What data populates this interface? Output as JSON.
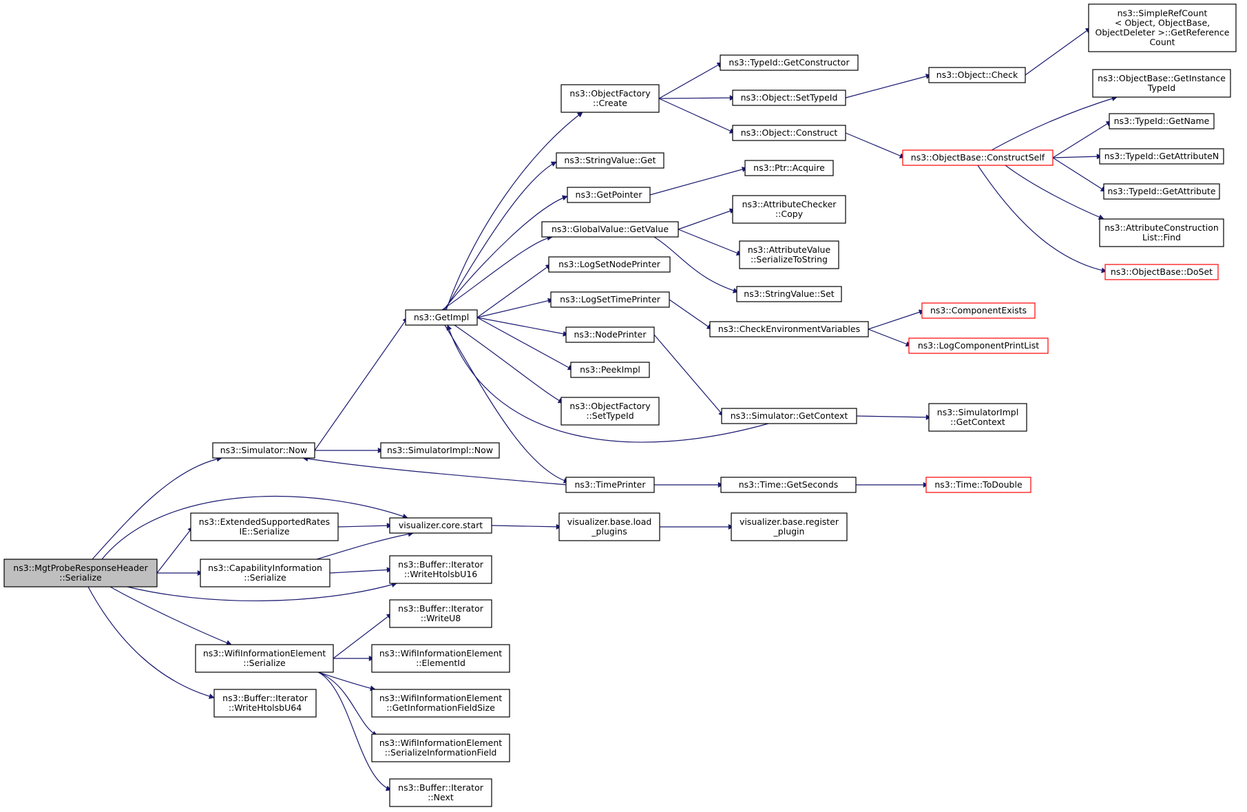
{
  "colors": {
    "edge": "#191970",
    "node_border": "#000000",
    "node_border_truncated": "#ff0000",
    "root_fill": "#bfbfbf",
    "node_fill": "#ffffff"
  },
  "nodes": [
    {
      "id": "root",
      "lines": [
        "ns3::MgtProbeResponseHeader",
        "::Serialize"
      ],
      "kind": "root"
    },
    {
      "id": "simnow",
      "lines": [
        "ns3::Simulator::Now"
      ],
      "kind": "normal"
    },
    {
      "id": "esr",
      "lines": [
        "ns3::ExtendedSupportedRates",
        "IE::Serialize"
      ],
      "kind": "normal"
    },
    {
      "id": "capinfo",
      "lines": [
        "ns3::CapabilityInformation",
        "::Serialize"
      ],
      "kind": "normal"
    },
    {
      "id": "wie",
      "lines": [
        "ns3::WifiInformationElement",
        "::Serialize"
      ],
      "kind": "normal"
    },
    {
      "id": "wu64",
      "lines": [
        "ns3::Buffer::Iterator",
        "::WriteHtolsbU64"
      ],
      "kind": "normal"
    },
    {
      "id": "getimpl",
      "lines": [
        "ns3::GetImpl"
      ],
      "kind": "normal"
    },
    {
      "id": "simimplnow",
      "lines": [
        "ns3::SimulatorImpl::Now"
      ],
      "kind": "normal"
    },
    {
      "id": "vcs",
      "lines": [
        "visualizer.core.start"
      ],
      "kind": "normal"
    },
    {
      "id": "wu16",
      "lines": [
        "ns3::Buffer::Iterator",
        "::WriteHtolsbU16"
      ],
      "kind": "normal"
    },
    {
      "id": "wu8",
      "lines": [
        "ns3::Buffer::Iterator",
        "::WriteU8"
      ],
      "kind": "normal"
    },
    {
      "id": "eid",
      "lines": [
        "ns3::WifiInformationElement",
        "::ElementId"
      ],
      "kind": "normal"
    },
    {
      "id": "gifs",
      "lines": [
        "ns3::WifiInformationElement",
        "::GetInformationFieldSize"
      ],
      "kind": "normal"
    },
    {
      "id": "sif",
      "lines": [
        "ns3::WifiInformationElement",
        "::SerializeInformationField"
      ],
      "kind": "normal"
    },
    {
      "id": "next",
      "lines": [
        "ns3::Buffer::Iterator",
        "::Next"
      ],
      "kind": "normal"
    },
    {
      "id": "ofcreate",
      "lines": [
        "ns3::ObjectFactory",
        "::Create"
      ],
      "kind": "normal"
    },
    {
      "id": "svget",
      "lines": [
        "ns3::StringValue::Get"
      ],
      "kind": "normal"
    },
    {
      "id": "getptr",
      "lines": [
        "ns3::GetPointer"
      ],
      "kind": "normal"
    },
    {
      "id": "gvget",
      "lines": [
        "ns3::GlobalValue::GetValue"
      ],
      "kind": "normal"
    },
    {
      "id": "lsnp",
      "lines": [
        "ns3::LogSetNodePrinter"
      ],
      "kind": "normal"
    },
    {
      "id": "lstp",
      "lines": [
        "ns3::LogSetTimePrinter"
      ],
      "kind": "normal"
    },
    {
      "id": "nodeprinter",
      "lines": [
        "ns3::NodePrinter"
      ],
      "kind": "normal"
    },
    {
      "id": "peekimpl",
      "lines": [
        "ns3::PeekImpl"
      ],
      "kind": "normal"
    },
    {
      "id": "ofset",
      "lines": [
        "ns3::ObjectFactory",
        "::SetTypeId"
      ],
      "kind": "normal"
    },
    {
      "id": "timeprinter",
      "lines": [
        "ns3::TimePrinter"
      ],
      "kind": "normal"
    },
    {
      "id": "vbload",
      "lines": [
        "visualizer.base.load",
        "_plugins"
      ],
      "kind": "normal"
    },
    {
      "id": "vbreg",
      "lines": [
        "visualizer.base.register",
        "_plugin"
      ],
      "kind": "normal"
    },
    {
      "id": "tidgc",
      "lines": [
        "ns3::TypeId::GetConstructor"
      ],
      "kind": "normal"
    },
    {
      "id": "objset",
      "lines": [
        "ns3::Object::SetTypeId"
      ],
      "kind": "normal"
    },
    {
      "id": "objcons",
      "lines": [
        "ns3::Object::Construct"
      ],
      "kind": "normal"
    },
    {
      "id": "ptracq",
      "lines": [
        "ns3::Ptr::Acquire"
      ],
      "kind": "normal"
    },
    {
      "id": "accopy",
      "lines": [
        "ns3::AttributeChecker",
        "::Copy"
      ],
      "kind": "normal"
    },
    {
      "id": "avser",
      "lines": [
        "ns3::AttributeValue",
        "::SerializeToString"
      ],
      "kind": "normal"
    },
    {
      "id": "svset",
      "lines": [
        "ns3::StringValue::Set"
      ],
      "kind": "normal"
    },
    {
      "id": "cev",
      "lines": [
        "ns3::CheckEnvironmentVariables"
      ],
      "kind": "normal"
    },
    {
      "id": "simgc",
      "lines": [
        "ns3::Simulator::GetContext"
      ],
      "kind": "normal"
    },
    {
      "id": "timegs",
      "lines": [
        "ns3::Time::GetSeconds"
      ],
      "kind": "normal"
    },
    {
      "id": "objcheck",
      "lines": [
        "ns3::Object::Check"
      ],
      "kind": "normal"
    },
    {
      "id": "obcs",
      "lines": [
        "ns3::ObjectBase::ConstructSelf"
      ],
      "kind": "truncated"
    },
    {
      "id": "compex",
      "lines": [
        "ns3::ComponentExists"
      ],
      "kind": "truncated"
    },
    {
      "id": "lcpl",
      "lines": [
        "ns3::LogComponentPrintList"
      ],
      "kind": "truncated"
    },
    {
      "id": "simimplgc",
      "lines": [
        "ns3::SimulatorImpl",
        "::GetContext"
      ],
      "kind": "normal"
    },
    {
      "id": "todouble",
      "lines": [
        "ns3::Time::ToDouble"
      ],
      "kind": "truncated"
    },
    {
      "id": "srcgrc",
      "lines": [
        "ns3::SimpleRefCount",
        "< Object, ObjectBase,",
        "ObjectDeleter >::GetReference",
        "Count"
      ],
      "kind": "normal"
    },
    {
      "id": "obgit",
      "lines": [
        "ns3::ObjectBase::GetInstance",
        "TypeId"
      ],
      "kind": "normal"
    },
    {
      "id": "tidgn",
      "lines": [
        "ns3::TypeId::GetName"
      ],
      "kind": "normal"
    },
    {
      "id": "tidgan",
      "lines": [
        "ns3::TypeId::GetAttributeN"
      ],
      "kind": "normal"
    },
    {
      "id": "tidga",
      "lines": [
        "ns3::TypeId::GetAttribute"
      ],
      "kind": "normal"
    },
    {
      "id": "aclf",
      "lines": [
        "ns3::AttributeConstruction",
        "List::Find"
      ],
      "kind": "normal"
    },
    {
      "id": "obdoset",
      "lines": [
        "ns3::ObjectBase::DoSet"
      ],
      "kind": "truncated"
    }
  ],
  "edges": [
    [
      "root",
      "simnow"
    ],
    [
      "root",
      "vcs"
    ],
    [
      "root",
      "esr"
    ],
    [
      "root",
      "capinfo"
    ],
    [
      "root",
      "wu16"
    ],
    [
      "root",
      "wie"
    ],
    [
      "root",
      "wu64"
    ],
    [
      "simnow",
      "getimpl"
    ],
    [
      "simnow",
      "simimplnow"
    ],
    [
      "esr",
      "vcs"
    ],
    [
      "capinfo",
      "vcs"
    ],
    [
      "capinfo",
      "wu16"
    ],
    [
      "wie",
      "wu8"
    ],
    [
      "wie",
      "eid"
    ],
    [
      "wie",
      "gifs"
    ],
    [
      "wie",
      "sif"
    ],
    [
      "wie",
      "next"
    ],
    [
      "vcs",
      "vbload"
    ],
    [
      "vbload",
      "vbreg"
    ],
    [
      "getimpl",
      "ofcreate"
    ],
    [
      "getimpl",
      "svget"
    ],
    [
      "getimpl",
      "getptr"
    ],
    [
      "getimpl",
      "gvget"
    ],
    [
      "getimpl",
      "lsnp"
    ],
    [
      "getimpl",
      "lstp"
    ],
    [
      "getimpl",
      "nodeprinter"
    ],
    [
      "getimpl",
      "peekimpl"
    ],
    [
      "getimpl",
      "ofset"
    ],
    [
      "getimpl",
      "timeprinter"
    ],
    [
      "ofcreate",
      "tidgc"
    ],
    [
      "ofcreate",
      "objset"
    ],
    [
      "ofcreate",
      "objcons"
    ],
    [
      "getptr",
      "ptracq"
    ],
    [
      "gvget",
      "accopy"
    ],
    [
      "gvget",
      "avser"
    ],
    [
      "gvget",
      "svset"
    ],
    [
      "lstp",
      "cev"
    ],
    [
      "nodeprinter",
      "simgc"
    ],
    [
      "simgc",
      "getimpl"
    ],
    [
      "simgc",
      "simimplgc"
    ],
    [
      "timeprinter",
      "simnow"
    ],
    [
      "timeprinter",
      "timegs"
    ],
    [
      "timegs",
      "todouble"
    ],
    [
      "objset",
      "objcheck"
    ],
    [
      "objcheck",
      "srcgrc"
    ],
    [
      "objcons",
      "obcs"
    ],
    [
      "cev",
      "compex"
    ],
    [
      "cev",
      "lcpl"
    ],
    [
      "obcs",
      "obgit"
    ],
    [
      "obcs",
      "tidgn"
    ],
    [
      "obcs",
      "tidgan"
    ],
    [
      "obcs",
      "tidga"
    ],
    [
      "obcs",
      "aclf"
    ],
    [
      "obcs",
      "obdoset"
    ]
  ]
}
